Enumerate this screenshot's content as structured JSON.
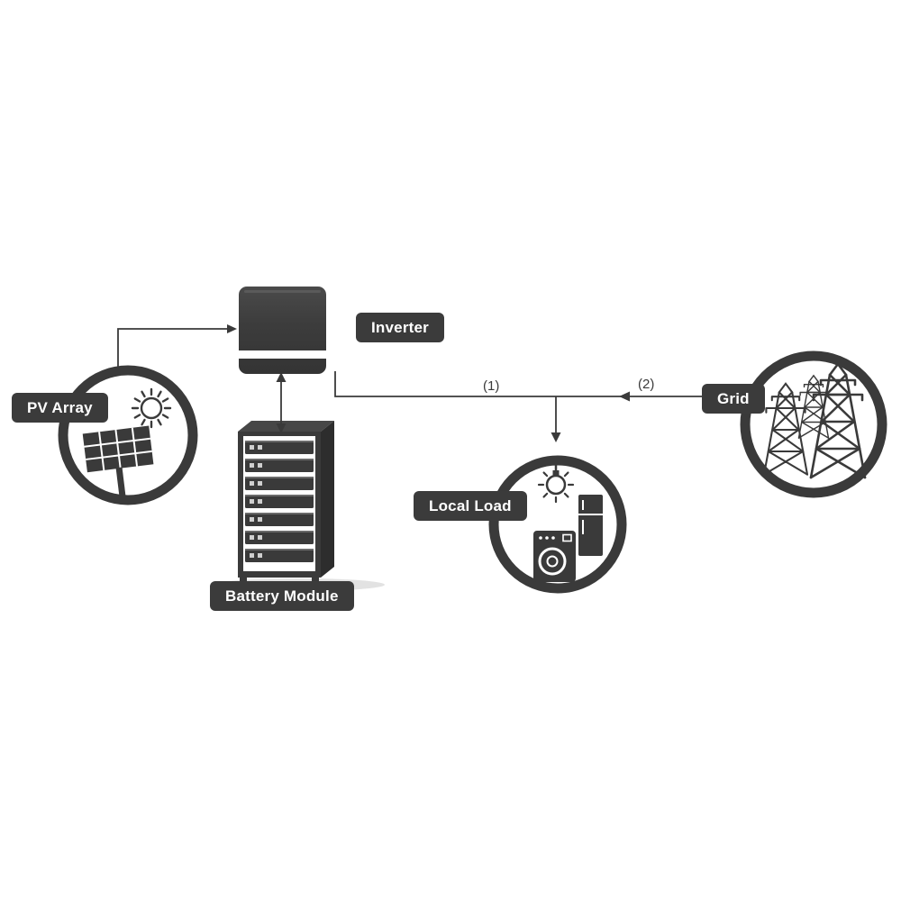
{
  "diagram": {
    "background_color": "#ffffff",
    "ink_color": "#3a3a3a",
    "label_bg_color": "#3b3b3b",
    "label_text_color": "#ffffff",
    "nodes": {
      "pv_array": {
        "label": "PV Array",
        "icon": "solar-panel-with-sun-icon"
      },
      "inverter": {
        "label": "Inverter",
        "icon": "inverter-box"
      },
      "battery_module": {
        "label": "Battery Module",
        "icon": "battery-rack-icon"
      },
      "local_load": {
        "label": "Local Load",
        "icon": "light-bulb-washing-machine-refrigerator-icons"
      },
      "grid": {
        "label": "Grid",
        "icon": "transmission-towers-icon"
      }
    },
    "annotations": {
      "path1": "(1)",
      "path2": "(2)"
    },
    "connections": [
      {
        "from": "pv_array",
        "to": "inverter",
        "style": "arrow"
      },
      {
        "from": "inverter",
        "to": "battery_module",
        "style": "double-arrow"
      },
      {
        "from": "inverter",
        "to": "local_load",
        "via_label": "(1)",
        "style": "arrow-down"
      },
      {
        "from": "grid",
        "to": "local_load",
        "via_label": "(2)",
        "style": "arrow-left"
      }
    ]
  }
}
